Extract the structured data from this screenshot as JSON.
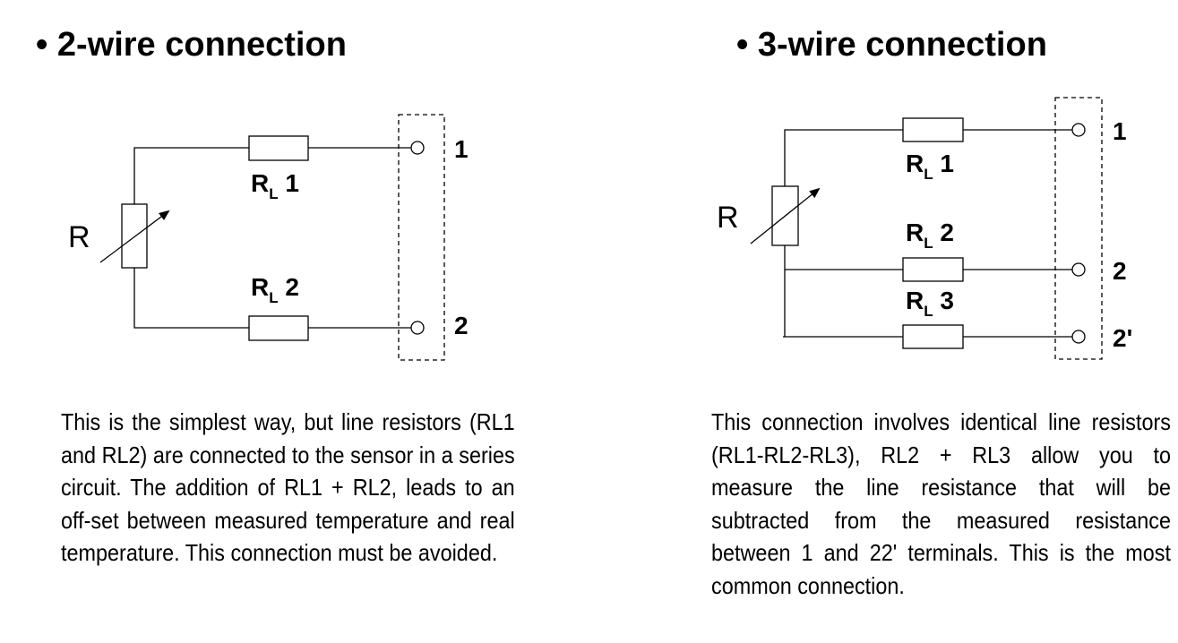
{
  "left": {
    "heading": "• 2-wire connection",
    "sensor_label": "R",
    "resistors": [
      {
        "main": "R",
        "sub": "L",
        "num": " 1"
      },
      {
        "main": "R",
        "sub": "L",
        "num": " 2"
      }
    ],
    "terminals": [
      "1",
      "2"
    ],
    "description": "This is the simplest way, but line resistors (RL1 and RL2) are connected to the sensor in a series circuit. The addition of RL1 + RL2, leads to an off-set between measured temperature and real temperature. This connection must be avoided."
  },
  "right": {
    "heading": "• 3-wire connection",
    "sensor_label": "R",
    "resistors": [
      {
        "main": "R",
        "sub": "L",
        "num": " 1"
      },
      {
        "main": "R",
        "sub": "L",
        "num": " 2"
      },
      {
        "main": "R",
        "sub": "L",
        "num": " 3"
      }
    ],
    "terminals": [
      "1",
      "2",
      "2'"
    ],
    "description": "This connection involves identical line resistors (RL1-RL2-RL3), RL2 + RL3 allow you to measure the line resistance that will be subtracted from the measured resistance between 1 and 22' terminals. This is the most common connection."
  }
}
